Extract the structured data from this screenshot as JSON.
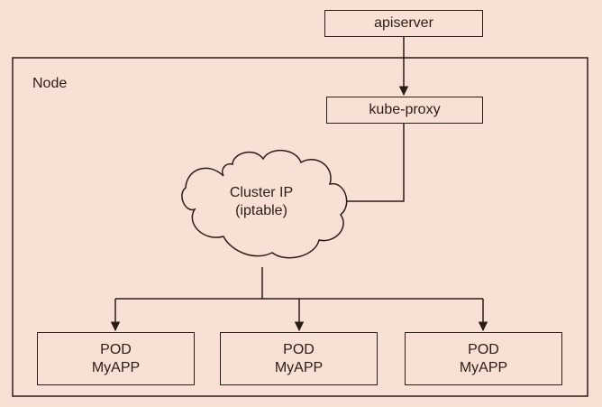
{
  "node": {
    "label": "Node"
  },
  "apiserver": {
    "label": "apiserver"
  },
  "kube_proxy": {
    "label": "kube-proxy"
  },
  "cluster_ip": {
    "line1": "Cluster IP",
    "line2": "(iptable)"
  },
  "pods": [
    {
      "line1": "POD",
      "line2": "MyAPP"
    },
    {
      "line1": "POD",
      "line2": "MyAPP"
    },
    {
      "line1": "POD",
      "line2": "MyAPP"
    }
  ],
  "colors": {
    "background": "#f9e0d4",
    "stroke": "#2a1e14"
  }
}
